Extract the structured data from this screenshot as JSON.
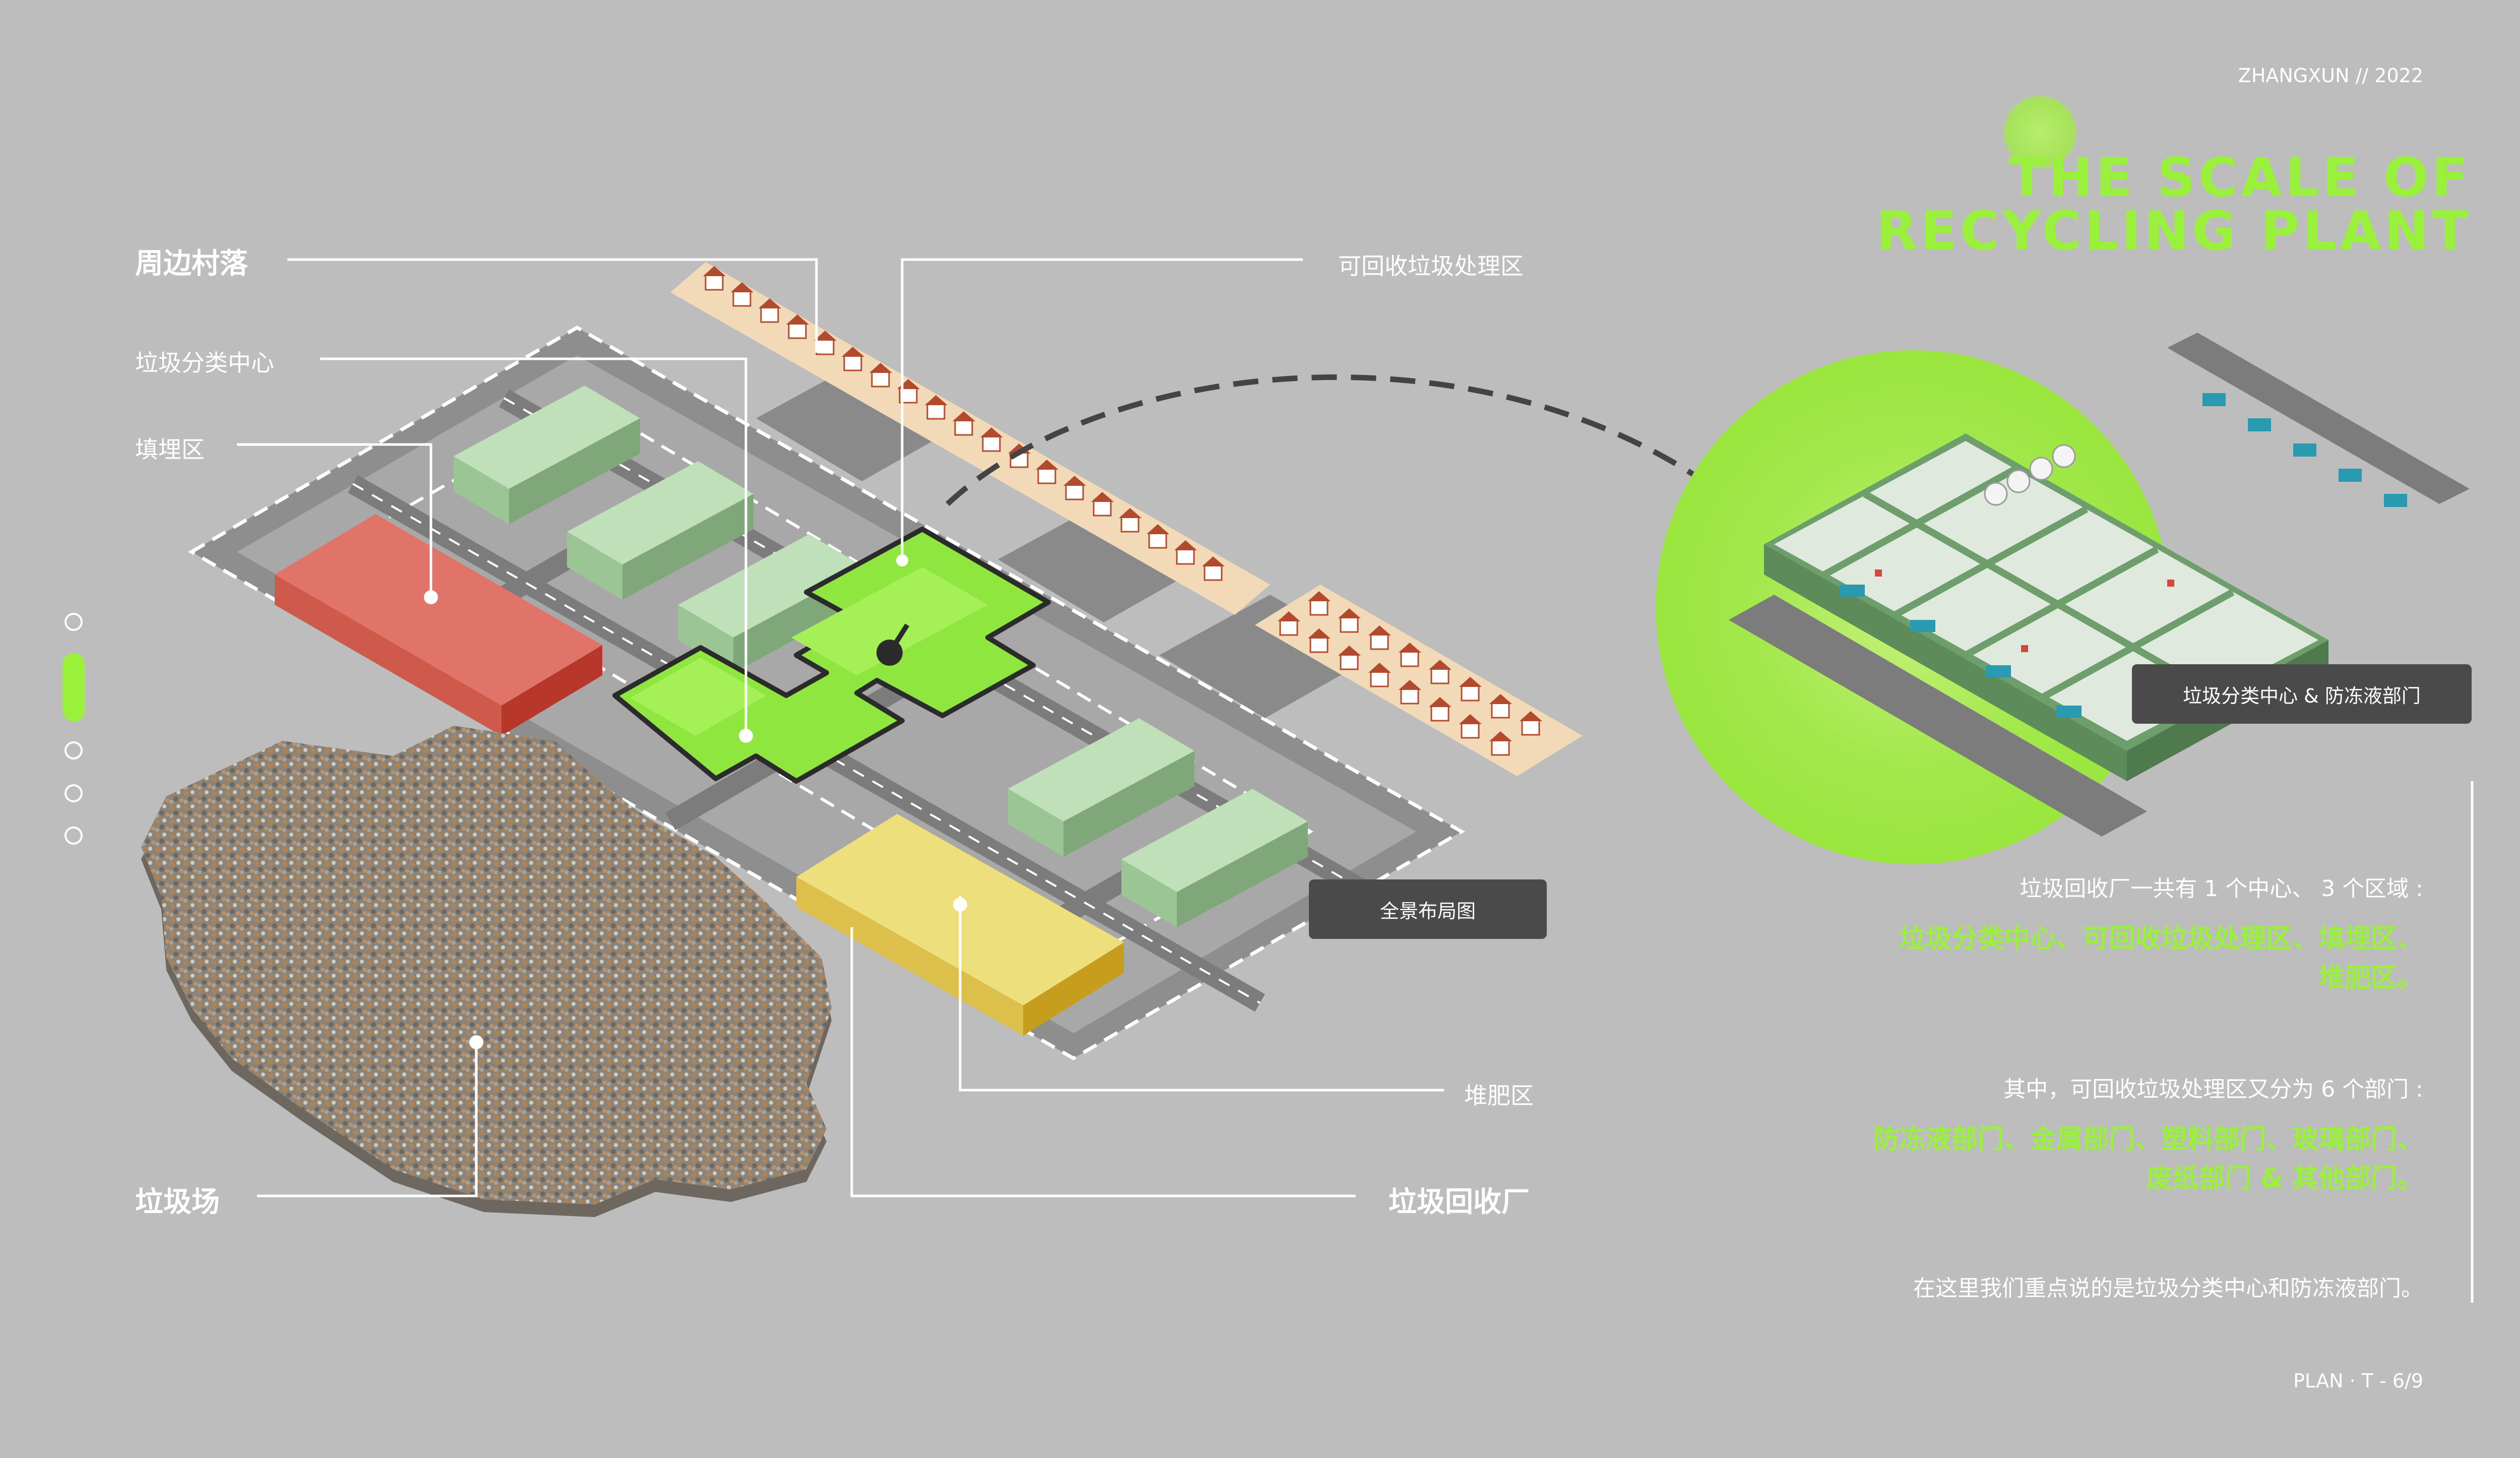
{
  "header": {
    "credit": "ZHANGXUN // 2022"
  },
  "title": {
    "line1": "THE SCALE OF",
    "line2": "RECYCLING PLANT"
  },
  "colors": {
    "accent": "#9af13c",
    "background": "#bdbdbd",
    "dark_tag": "#4a4a4a",
    "landfill_red": "#e07468",
    "compost_yellow": "#ecdf7c",
    "building_green": "#bfe0b8"
  },
  "labels": {
    "village": "周边村落",
    "sorting_center": "垃圾分类中心",
    "landfill": "填埋区",
    "recyclable_area": "可回收垃圾处理区",
    "compost": "堆肥区",
    "dump": "垃圾场",
    "plant": "垃圾回收厂"
  },
  "tags": {
    "overview": "全景布局图",
    "detail": "垃圾分类中心 & 防冻液部门"
  },
  "description": {
    "p1": "垃圾回收厂一共有 1 个中心、 3 个区域 :",
    "p1_highlight_line1": "垃圾分类中心、可回收垃圾处理区、填埋区、",
    "p1_highlight_line2": "堆肥区。",
    "p2": "其中，可回收垃圾处理区又分为 6 个部门 :",
    "p2_highlight_line1": "防冻液部门、金属部门、塑料部门、玻璃部门、",
    "p2_highlight_line2": "废纸部门 & 其他部门。",
    "p3": "在这里我们重点说的是垃圾分类中心和防冻液部门。"
  },
  "footer": {
    "page": "PLAN · T - 6/9"
  },
  "pager": {
    "current": 2,
    "total": 5
  }
}
